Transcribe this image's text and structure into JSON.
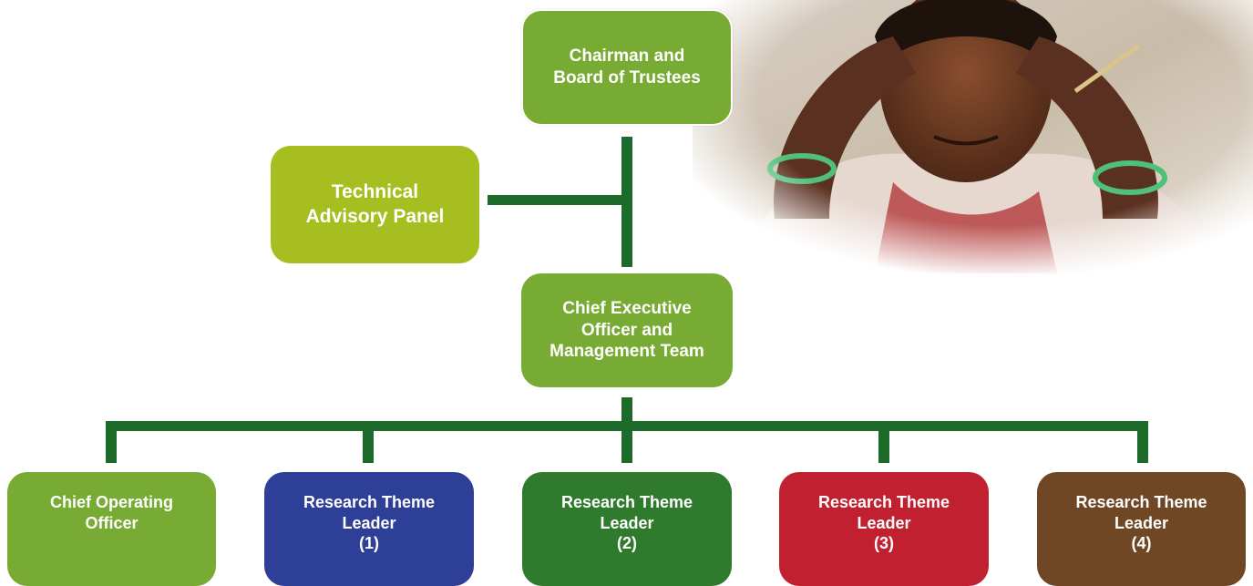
{
  "colors": {
    "connector": "#1c6b2b",
    "light_green": "#77ab33",
    "lime_green": "#a6be1f",
    "blue": "#2d3f96",
    "dark_green": "#2f7a2c",
    "red": "#c0202f",
    "brown": "#704725",
    "text": "#ffffff"
  },
  "photo": {
    "icon": "child-photo"
  },
  "nodes": {
    "chairman": {
      "label": "Chairman and\nBoard of Trustees",
      "color": "#77ab33"
    },
    "advisory": {
      "label": "Technical\nAdvisory Panel",
      "color": "#a6be1f"
    },
    "ceo": {
      "label": "Chief Executive\nOfficer and\nManagement Team",
      "color": "#77ab33"
    },
    "coo": {
      "label": "Chief Operating\nOfficer",
      "color": "#77ab33"
    },
    "rtl1": {
      "label": "Research Theme\nLeader\n(1)",
      "color": "#2d3f96"
    },
    "rtl2": {
      "label": "Research Theme\nLeader\n(2)",
      "color": "#2f7a2c"
    },
    "rtl3": {
      "label": "Research Theme\nLeader\n(3)",
      "color": "#c0202f"
    },
    "rtl4": {
      "label": "Research Theme\nLeader\n(4)",
      "color": "#704725"
    }
  }
}
